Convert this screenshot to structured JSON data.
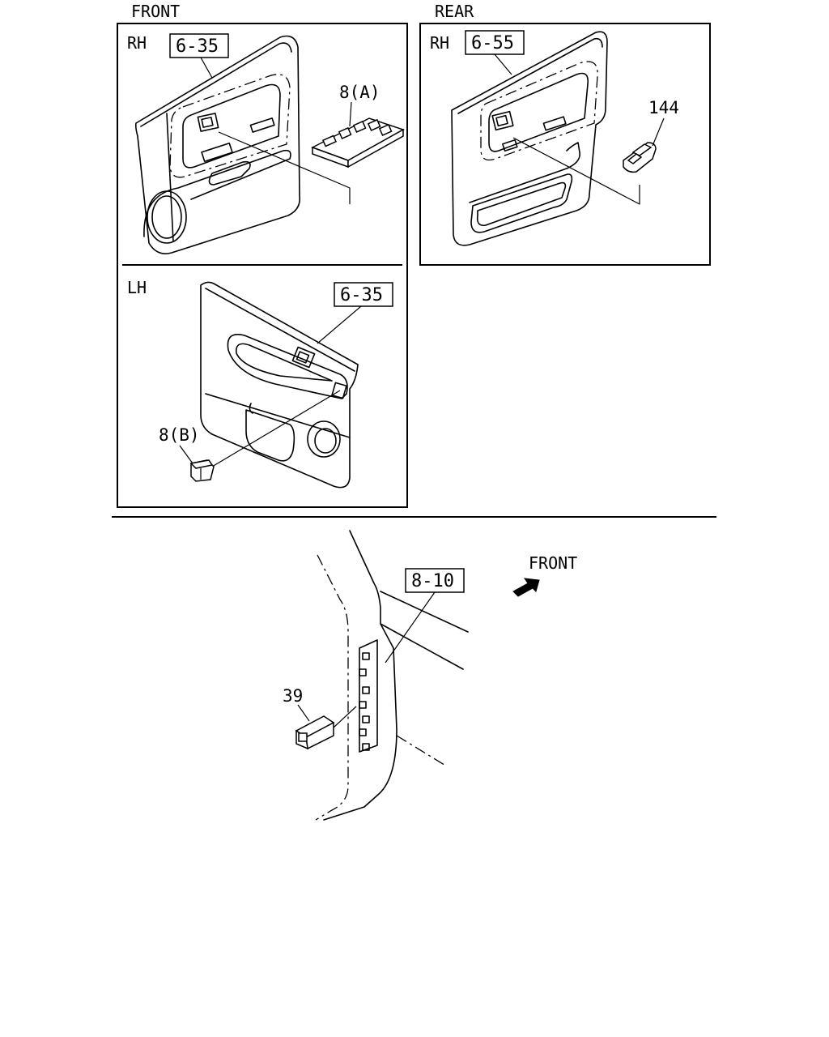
{
  "section_labels": {
    "front": "FRONT",
    "rear": "REAR"
  },
  "panels": {
    "front_rh": {
      "side": "RH",
      "ref": "6-35",
      "part": "8(A)"
    },
    "rear_rh": {
      "side": "RH",
      "ref": "6-55",
      "part": "144"
    },
    "front_lh": {
      "side": "LH",
      "ref": "6-35",
      "part": "8(B)"
    }
  },
  "lower": {
    "ref": "8-10",
    "part": "39",
    "direction_label": "FRONT",
    "direction_icon": "arrow-icon"
  }
}
